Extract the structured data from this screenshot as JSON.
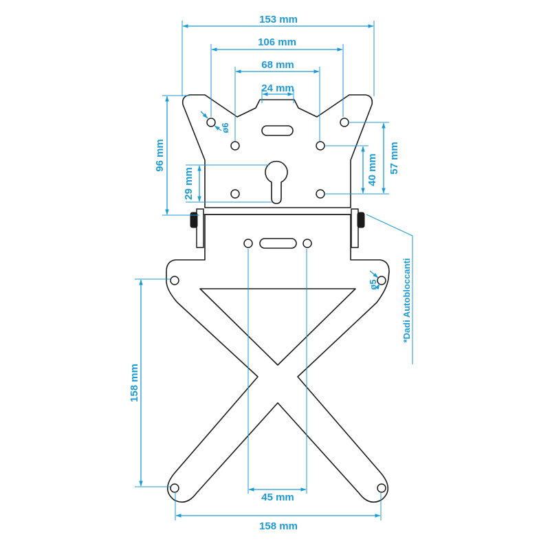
{
  "dimensions": {
    "overall_top_width": "153 mm",
    "top_outer_holes": "106 mm",
    "top_inner_holes": "68 mm",
    "top_slot": "24 mm",
    "top_height": "96 mm",
    "keyhole_offset": "29 mm",
    "right_upper_offset": "57 mm",
    "right_lower_offset": "40 mm",
    "bottom_height": "158 mm",
    "bottom_slot_guides": "45 mm",
    "bottom_width": "158 mm"
  },
  "holes": {
    "top_diameter": "ø6",
    "bottom_diameter": "ø5"
  },
  "callout": {
    "nuts_label": "*Dadi Autobloccanti"
  },
  "colors": {
    "dimension": "#1c9ad6",
    "outline": "#1a1a1a"
  }
}
